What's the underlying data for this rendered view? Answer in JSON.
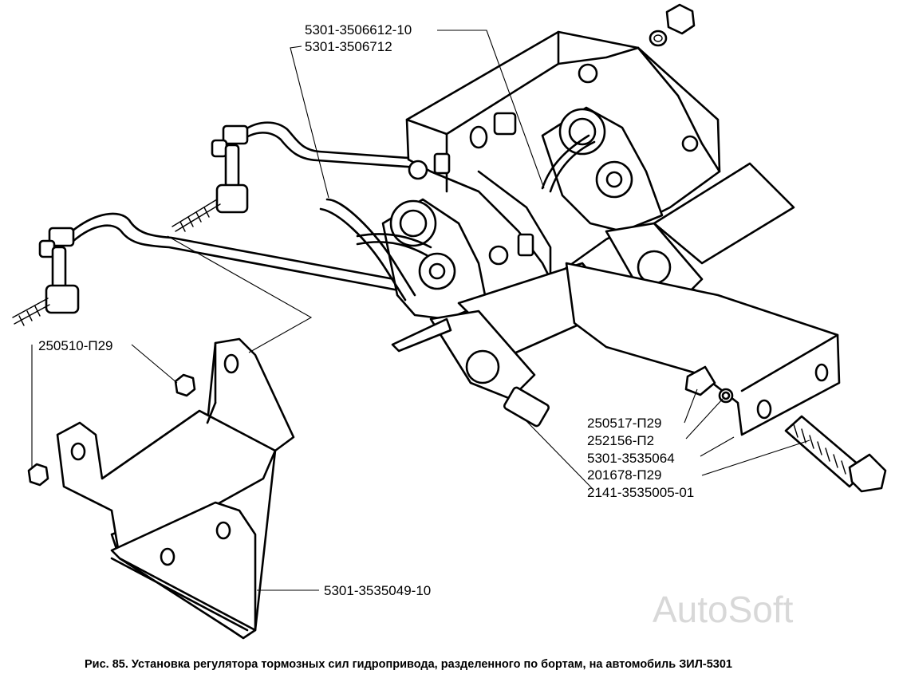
{
  "labels": {
    "lbl_1": "5301-3506612-10",
    "lbl_2": "5301-3506712",
    "lbl_3": "250510-П29",
    "lbl_4": "250517-П29",
    "lbl_5": "252156-П2",
    "lbl_6": "5301-3535064",
    "lbl_7": "201678-П29",
    "lbl_8": "2141-3535005-01",
    "lbl_9": "5301-3535049-10"
  },
  "caption": "Рис. 85. Установка регулятора тормозных сил гидропривода, разделенного по бортам, на автомобиль ЗИЛ-5301",
  "watermark": "AutoSoft",
  "colors": {
    "ink": "#000000",
    "paper": "#ffffff",
    "watermark": "#d8d8d8"
  }
}
